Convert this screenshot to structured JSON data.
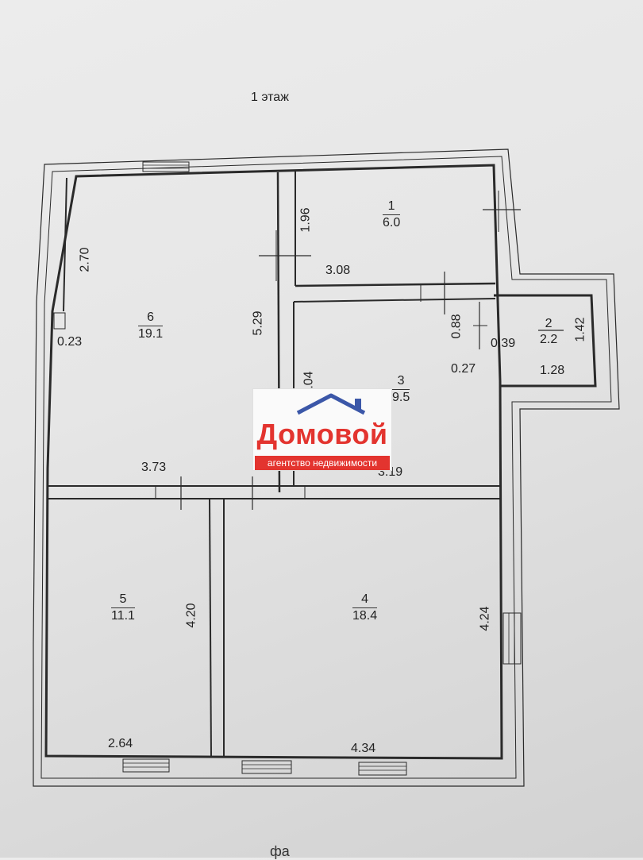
{
  "title": "1 этаж",
  "rooms": [
    {
      "num": "1",
      "area": "6.0"
    },
    {
      "num": "2",
      "area": "2.2"
    },
    {
      "num": "3",
      "area": "9.5"
    },
    {
      "num": "4",
      "area": "18.4"
    },
    {
      "num": "5",
      "area": "11.1"
    },
    {
      "num": "6",
      "area": "19.1"
    }
  ],
  "dimensions": {
    "d196": "1.96",
    "d308": "3.08",
    "d270": "2.70",
    "d529": "5.29",
    "d023": "0.23",
    "d088": "0.88",
    "d039": "0.39",
    "d142": "1.42",
    "d027": "0.27",
    "d128": "1.28",
    "d304": "3.04",
    "d373": "3.73",
    "d319": "3.19",
    "d420": "4.20",
    "d424": "4.24",
    "d264": "2.64",
    "d434": "4.34"
  },
  "logo": {
    "name": "Домовой",
    "subtitle": "агентство недвижимости",
    "brand_color": "#e3342f",
    "accent_color": "#3b57a8"
  },
  "footer_text": "фа"
}
